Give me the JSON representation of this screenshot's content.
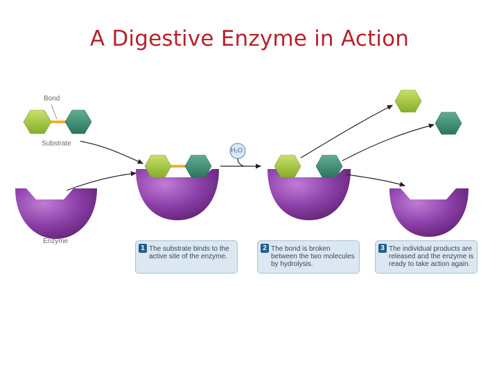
{
  "title": "A Digestive Enzyme in Action",
  "labels": {
    "bond": "Bond",
    "substrate": "Substrate",
    "enzyme": "Enzyme",
    "water": "H₂O"
  },
  "steps": [
    {
      "number": "1",
      "text": "The substrate binds to the active site of the enzyme."
    },
    {
      "number": "2",
      "text": "The bond is broken between the two molecules by hydrolysis."
    },
    {
      "number": "3",
      "text": "The individual products are released and the enzyme is ready to take action again."
    }
  ],
  "colors": {
    "title": "#b8222a",
    "substrate_light": "#9cc43c",
    "substrate_dark": "#3f8f75",
    "bond": "#f2b12e",
    "enzyme": "#8a3ea6",
    "step_box": "#dbe7f1",
    "step_number": "#1f5f8a"
  }
}
